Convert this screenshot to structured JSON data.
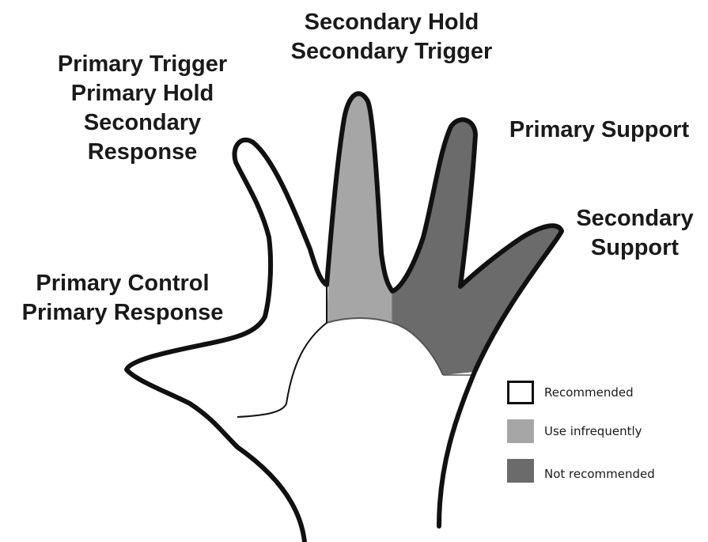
{
  "labels": {
    "thumb": [
      "Primary Control",
      "Primary Response"
    ],
    "index": [
      "Primary Trigger",
      "Primary Hold",
      "Secondary",
      "Response"
    ],
    "middle": [
      "Secondary Hold",
      "Secondary Trigger"
    ],
    "ring": [
      "Primary Support"
    ],
    "pinky": [
      "Secondary",
      "Support"
    ]
  },
  "legend": [
    {
      "label": "Recommended",
      "color": "#ffffff"
    },
    {
      "label": "Use infrequently",
      "color": "#a6a6a6"
    },
    {
      "label": "Not recommended",
      "color": "#6b6b6b"
    }
  ],
  "colors": {
    "outline": "#111111",
    "recommended": "#ffffff",
    "use_infrequently": "#a6a6a6",
    "not_recommended": "#6b6b6b"
  }
}
